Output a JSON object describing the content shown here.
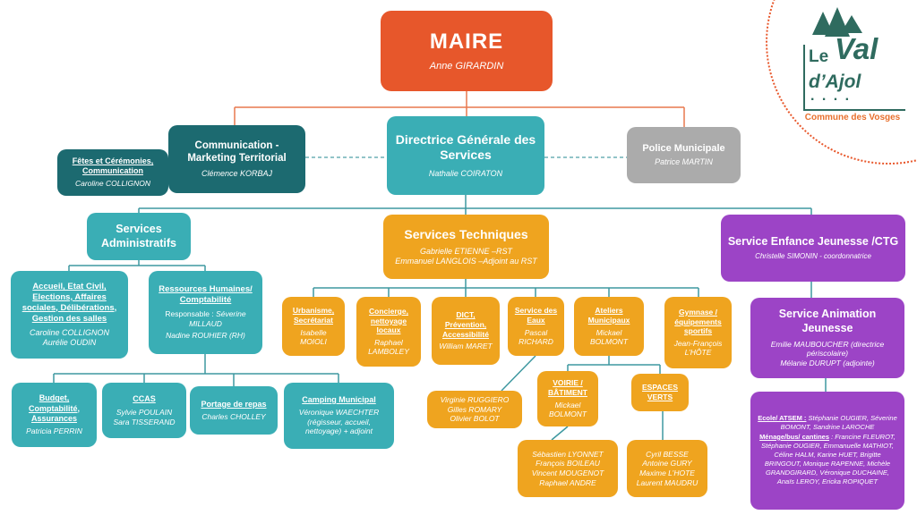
{
  "logo": {
    "le": "Le",
    "val": "Val",
    "dajol": "d’Ajol",
    "dots": ". . . .",
    "tagline": "Commune des Vosges"
  },
  "maire": {
    "title": "MAIRE",
    "name": "Anne GIRARDIN"
  },
  "row2": {
    "fetes": {
      "title": "Fêtes et Cérémonies, Communication",
      "name": "Caroline COLLIGNON"
    },
    "communication": {
      "title": "Communication - Marketing Territorial",
      "name": "Clémence KORBAJ"
    },
    "dgs": {
      "title": "Directrice Générale des Services",
      "name": "Nathalie COIRATON"
    },
    "police": {
      "title": "Police Municipale",
      "name": "Patrice MARTIN"
    }
  },
  "admin": {
    "header": {
      "title": "Services Administratifs"
    },
    "accueil": {
      "title": "Accueil, Etat Civil, Elections, Affaires sociales, Délibérations, Gestion des salles",
      "names": "Caroline COLLIGNON\nAurélie OUDIN"
    },
    "rh": {
      "title": "Ressources Humaines/ Comptabilité",
      "resp_label": "Responsable : ",
      "resp_name": "Séverine MILLAUD",
      "name2": "Nadine ROUHIER  (RH)"
    },
    "budget": {
      "title": "Budget, Comptabilité, Assurances",
      "name": "Patricia PERRIN"
    },
    "ccas": {
      "title": "CCAS",
      "names": "Sylvie POULAIN\nSara TISSERAND"
    },
    "portage": {
      "title": "Portage de repas",
      "name": "Charles CHOLLEY"
    },
    "camping": {
      "title": "Camping Municipal",
      "name": "Véronique WAECHTER (régisseur, accueil, nettoyage) + adjoint"
    }
  },
  "technique": {
    "header": {
      "title": "Services Techniques",
      "names": "Gabrielle  ETIENNE –RST\nEmmanuel LANGLOIS –Adjoint au RST"
    },
    "urbanisme": {
      "title": "Urbanisme, Secrétariat",
      "name": "Isabelle MOIOLI"
    },
    "concierge": {
      "title": "Concierge, nettoyage locaux",
      "name": "Raphael LAMBOLEY"
    },
    "dict": {
      "title": "DICT, Prévention, Accessibilité",
      "name": "William MARET"
    },
    "eaux": {
      "title": "Service des Eaux",
      "name": "Pascal RICHARD"
    },
    "ateliers": {
      "title": "Ateliers Municipaux",
      "name": "Mickael BOLMONT"
    },
    "gymnase": {
      "title": "Gymnase / équipements sportifs",
      "name": "Jean-François L’HÔTE"
    },
    "eaux_team": {
      "names": "Virginie RUGGIERO\nGilles ROMARY\nOlivier BOLOT"
    },
    "voirie": {
      "title": "VOIRIE / BÂTIMENT",
      "name": "Mickael BOLMONT"
    },
    "espaces": {
      "title": "ESPACES VERTS"
    },
    "voirie_team": {
      "names": "Sébastien LYONNET\nFrançois BOILEAU\nVincent MOUGENOT\nRaphael ANDRE"
    },
    "espaces_team": {
      "names": "Cyril BESSE\nAntoine GURY\nMaxime L’HOTE\nLaurent MAUDRU"
    }
  },
  "jeunesse": {
    "header": {
      "title": "Service Enfance Jeunesse /CTG",
      "name": "Christelle SIMONIN - coordonnatrice"
    },
    "animation": {
      "title": "Service Animation Jeunesse",
      "names": "Emilie MAUBOUCHER (directrice périscolaire)\nMélanie DURUPT (adjointe)"
    },
    "ecole": {
      "label1": "Ecole/ ATSEM :",
      "names1": " Stéphanie OUGIER, Séverine BOMONT, Sandrine LAROCHE",
      "label2": "Ménage/bus/ cantines",
      "names2": " : Francine FLEUROT, Stéphanie OUGIER, Emmanuelle MATHIOT, Céline HALM, Karine HUET, Brigitte BRINGOUT, Monique RAPENNE, Michèle GRANDGIRARD,  Véronique DUCHAINE, Anaïs LEROY, Ericka ROPIQUET"
    }
  }
}
